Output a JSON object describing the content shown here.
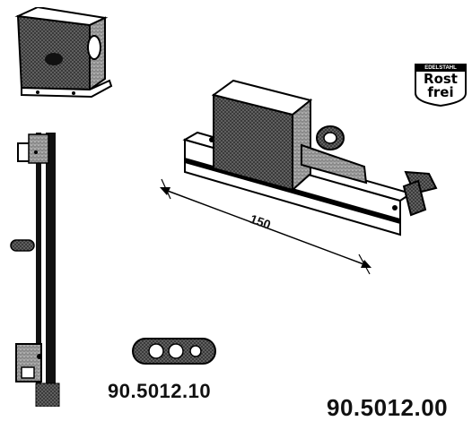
{
  "dimension": {
    "value": "150"
  },
  "part_numbers": {
    "small_part": "90.5012.10",
    "cut_off_part": "90.5012.00"
  },
  "badge": {
    "line1": "EDELSTAHL",
    "line2": "Rost",
    "line3": "frei"
  }
}
